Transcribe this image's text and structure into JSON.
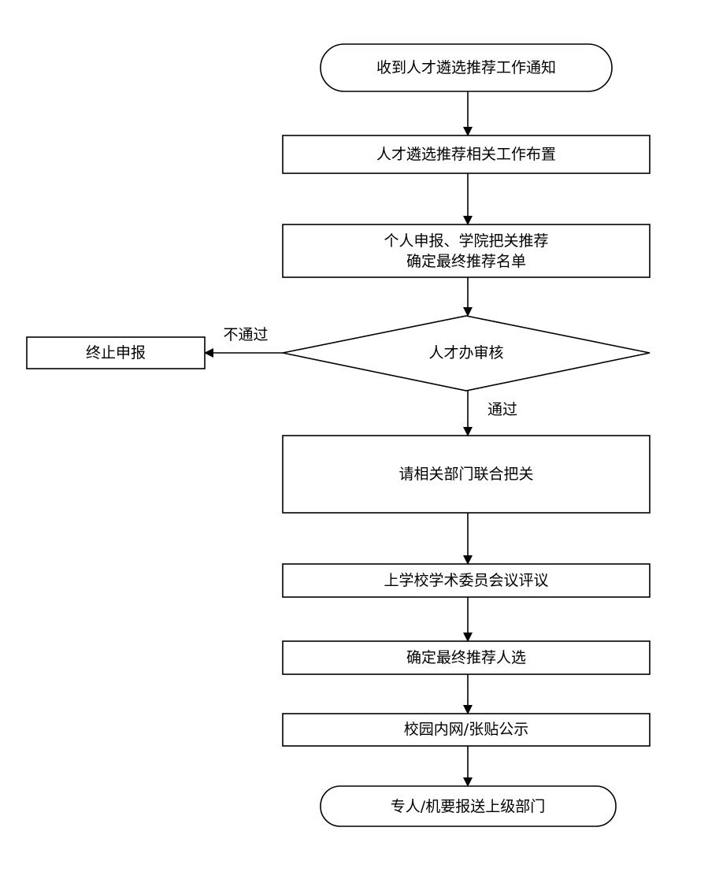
{
  "nodes": {
    "start": {
      "text": "收到人才遴选推荐工作通知"
    },
    "arrange": {
      "text": "人才遴选推荐相关工作布置"
    },
    "apply": {
      "line1": "个人申报、学院把关推荐",
      "line2": "确定最终推荐名单"
    },
    "review": {
      "text": "人才办审核"
    },
    "terminate": {
      "text": "终止申报"
    },
    "joint_check": {
      "text": "请相关部门联合把关"
    },
    "committee": {
      "text": "上学校学术委员会议评议"
    },
    "final": {
      "text": "确定最终推荐人选"
    },
    "publicize": {
      "text": "校园内网/张贴公示"
    },
    "submit": {
      "text": "专人/机要报送上级部门"
    }
  },
  "edges": {
    "fail_label": "不通过",
    "pass_label": "通过"
  }
}
